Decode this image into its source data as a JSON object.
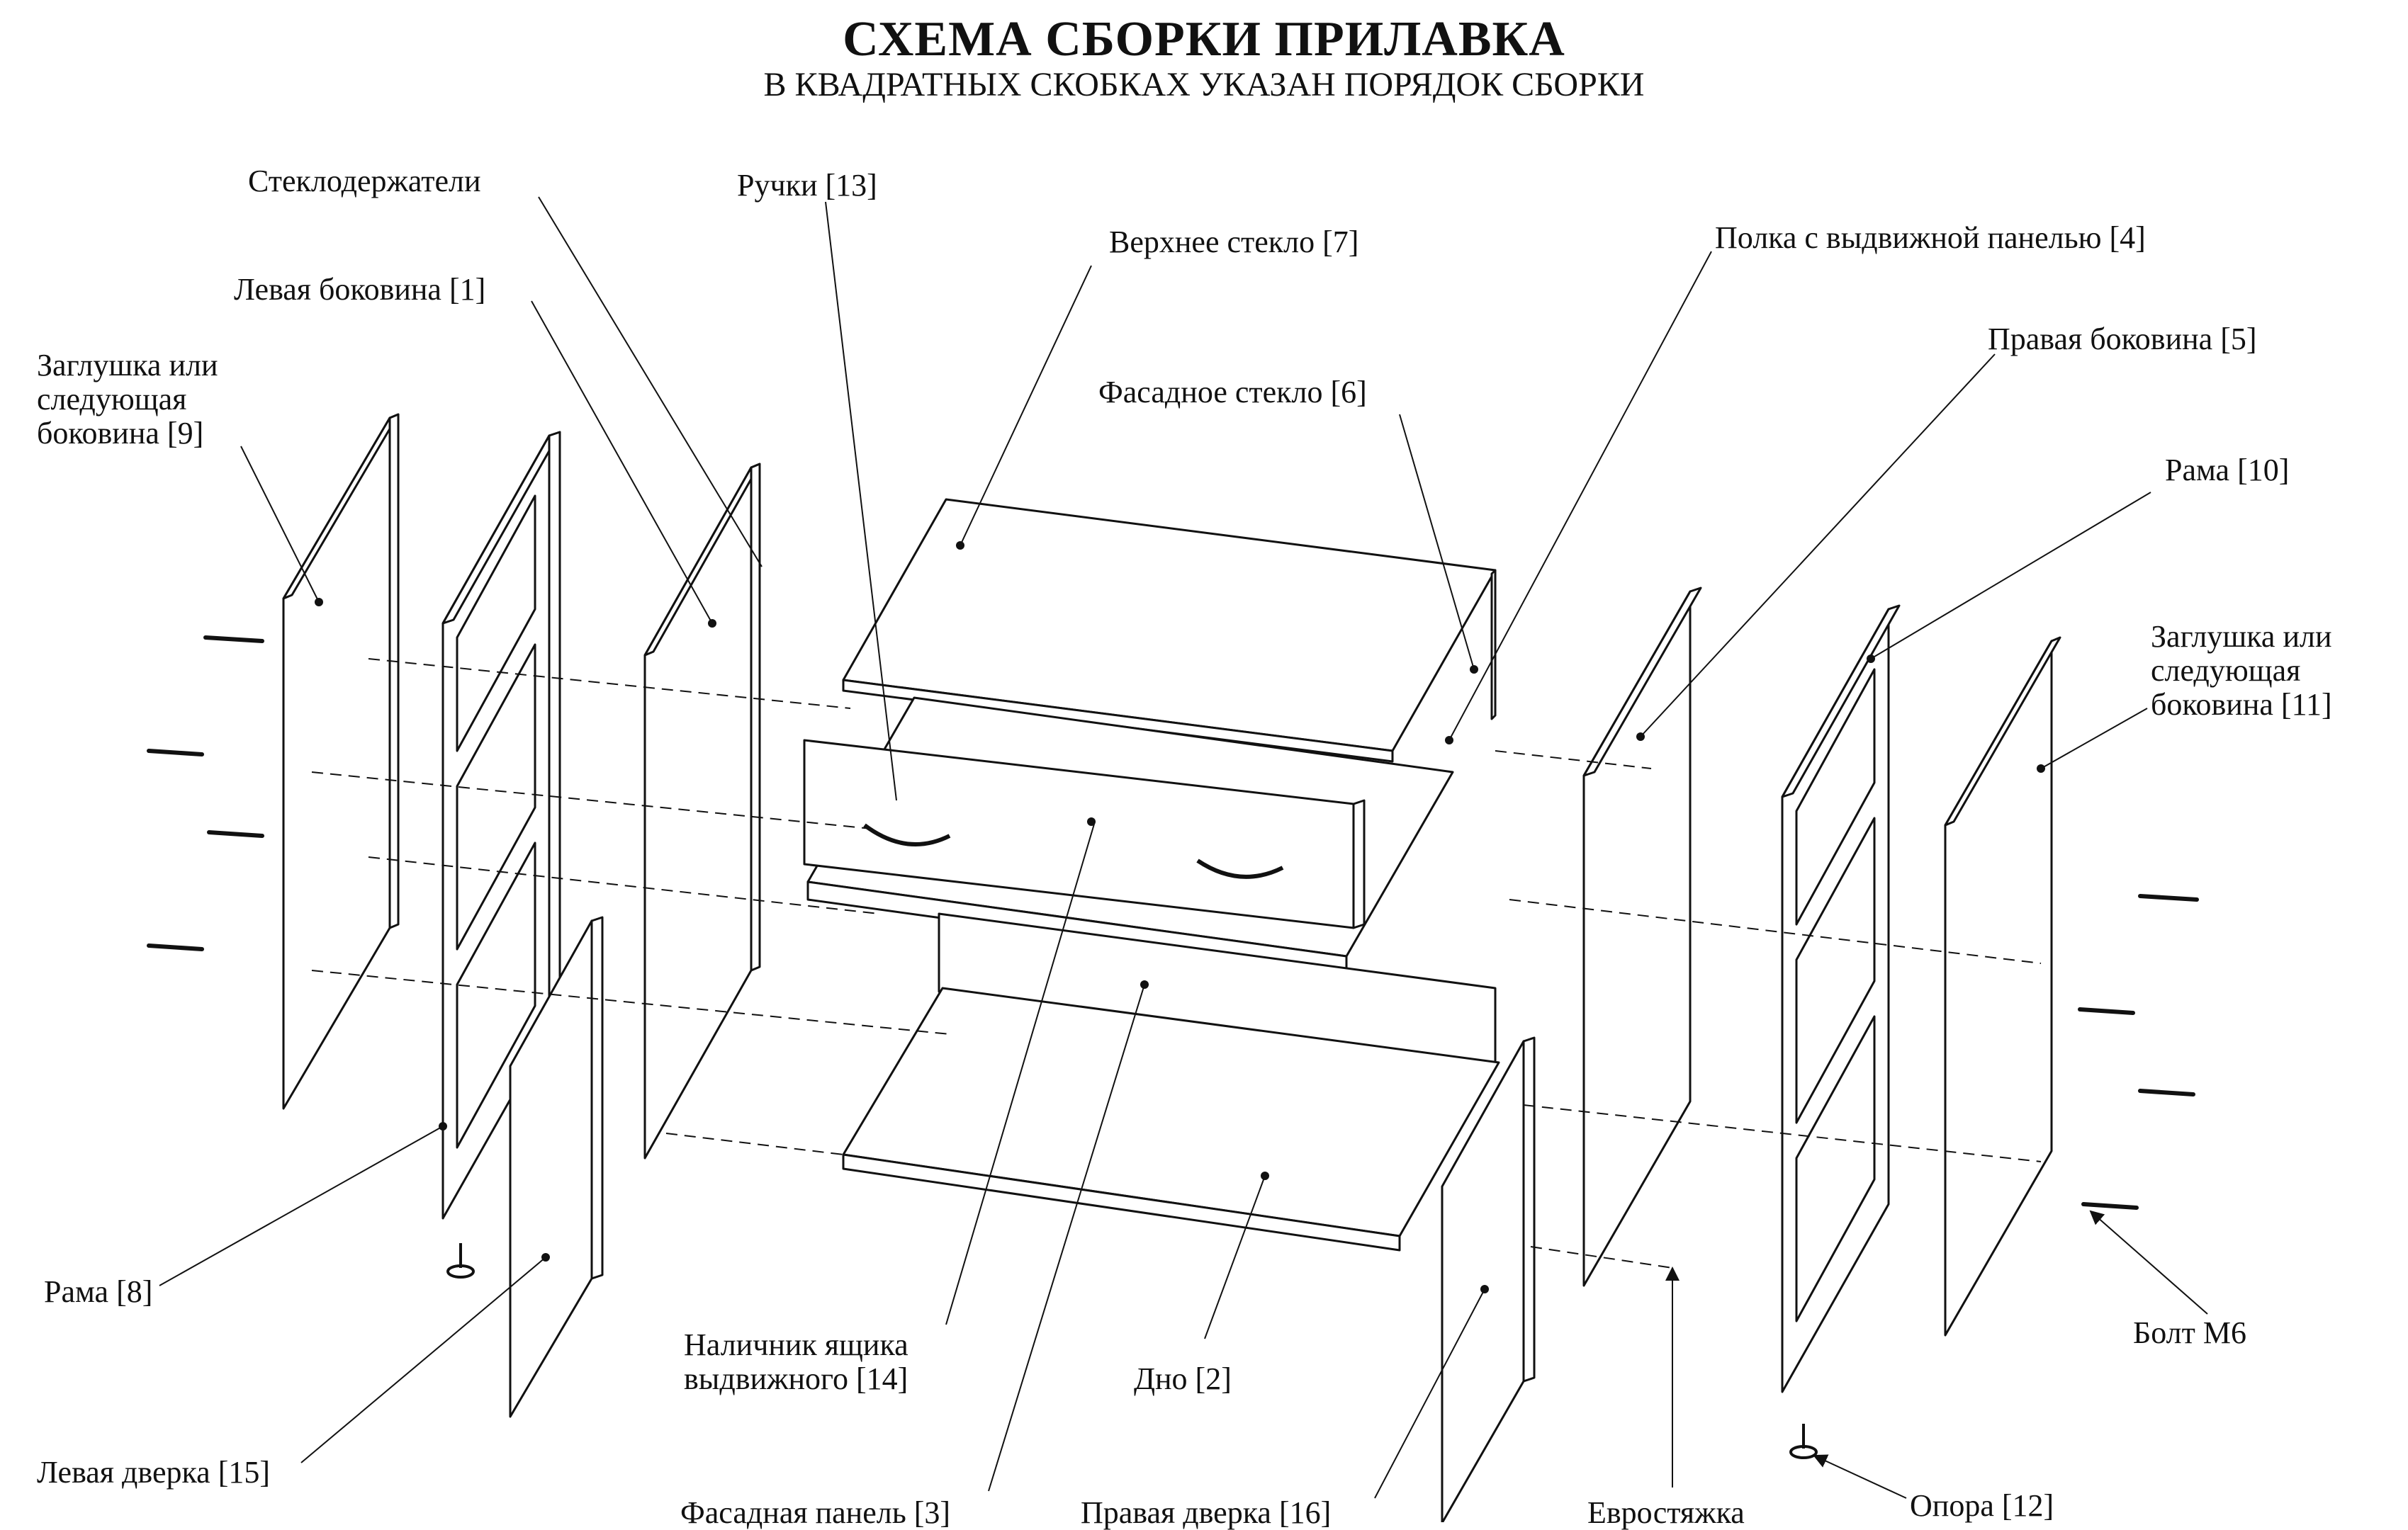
{
  "title": "СХЕМА СБОРКИ ПРИЛАВКА",
  "subtitle": "В КВАДРАТНЫХ СКОБКАХ УКАЗАН ПОРЯДОК СБОРКИ",
  "labels": {
    "glass_holders": "Стеклодержатели",
    "handles": "Ручки [13]",
    "top_glass": "Верхнее стекло [7]",
    "shelf_drawer": "Полка с выдвижной панелью [4]",
    "left_side": "Левая боковина [1]",
    "right_side": "Правая боковина [5]",
    "cap_left_line1": "Заглушка или",
    "cap_left_line2": "следующая",
    "cap_left_line3": "боковина [9]",
    "front_glass": "Фасадное стекло [6]",
    "frame_10": "Рама [10]",
    "cap_right_line1": "Заглушка или",
    "cap_right_line2": "следующая",
    "cap_right_line3": "боковина [11]",
    "frame_8": "Рама [8]",
    "drawer_front_line1": "Наличник ящика",
    "drawer_front_line2": "выдвижного [14]",
    "bottom": "Дно [2]",
    "bolt": "Болт М6",
    "left_door": "Левая дверка [15]",
    "front_panel": "Фасадная панель [3]",
    "right_door": "Правая дверка [16]",
    "euro_screw": "Евростяжка",
    "support": "Опора [12]"
  }
}
